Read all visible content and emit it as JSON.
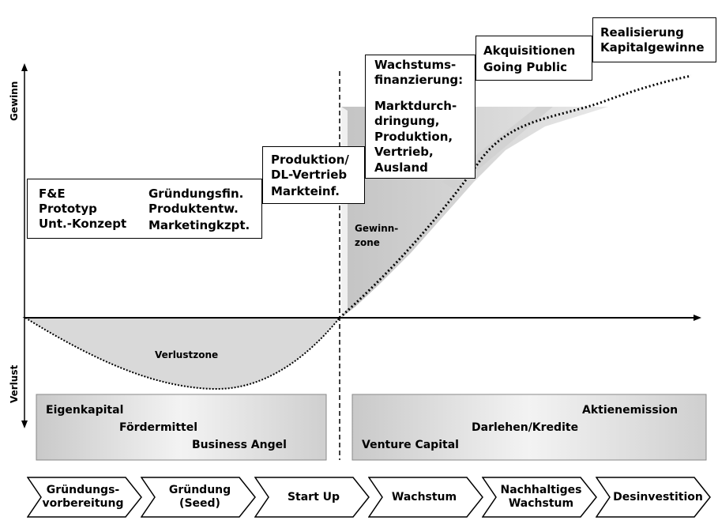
{
  "axes": {
    "y_positive": "Gewinn",
    "y_negative": "Verlust"
  },
  "zones": {
    "loss": "Verlustzone",
    "profit_line1": "Gewinn-",
    "profit_line2": "zone"
  },
  "stage_boxes": {
    "box1_col1": [
      "F&E",
      "Prototyp",
      "Unt.-Konzept"
    ],
    "box1_col2": [
      "Gründungsfin.",
      "Produktentw.",
      "Marketingkzpt."
    ],
    "box2": [
      "Produktion/",
      "DL-Vertrieb",
      "Markteinf."
    ],
    "box3_head": [
      "Wachstums-",
      "finanzierung:"
    ],
    "box3_body": [
      "Marktdurch-",
      "dringung,",
      "Produktion,",
      "Vertrieb,",
      "Ausland"
    ],
    "box4": [
      "Akquisitionen",
      "Going Public"
    ],
    "box5": [
      "Realisierung",
      "Kapitalgewinne"
    ]
  },
  "financing": {
    "left": [
      "Eigenkapital",
      "Fördermittel",
      "Business Angel"
    ],
    "right": [
      "Aktienemission",
      "Darlehen/Kredite",
      "Venture Capital"
    ]
  },
  "phases": [
    "Gründungs-\nvorbereitung",
    "Gründung\n(Seed)",
    "Start Up",
    "Wachstum",
    "Nachhaltiges\nWachstum",
    "Desinvestition"
  ],
  "colors": {
    "loss_fill": "#d9d9d9",
    "gradient_light": "#f2f2f2",
    "gradient_dark": "#c8c8c8",
    "line": "#000000"
  }
}
